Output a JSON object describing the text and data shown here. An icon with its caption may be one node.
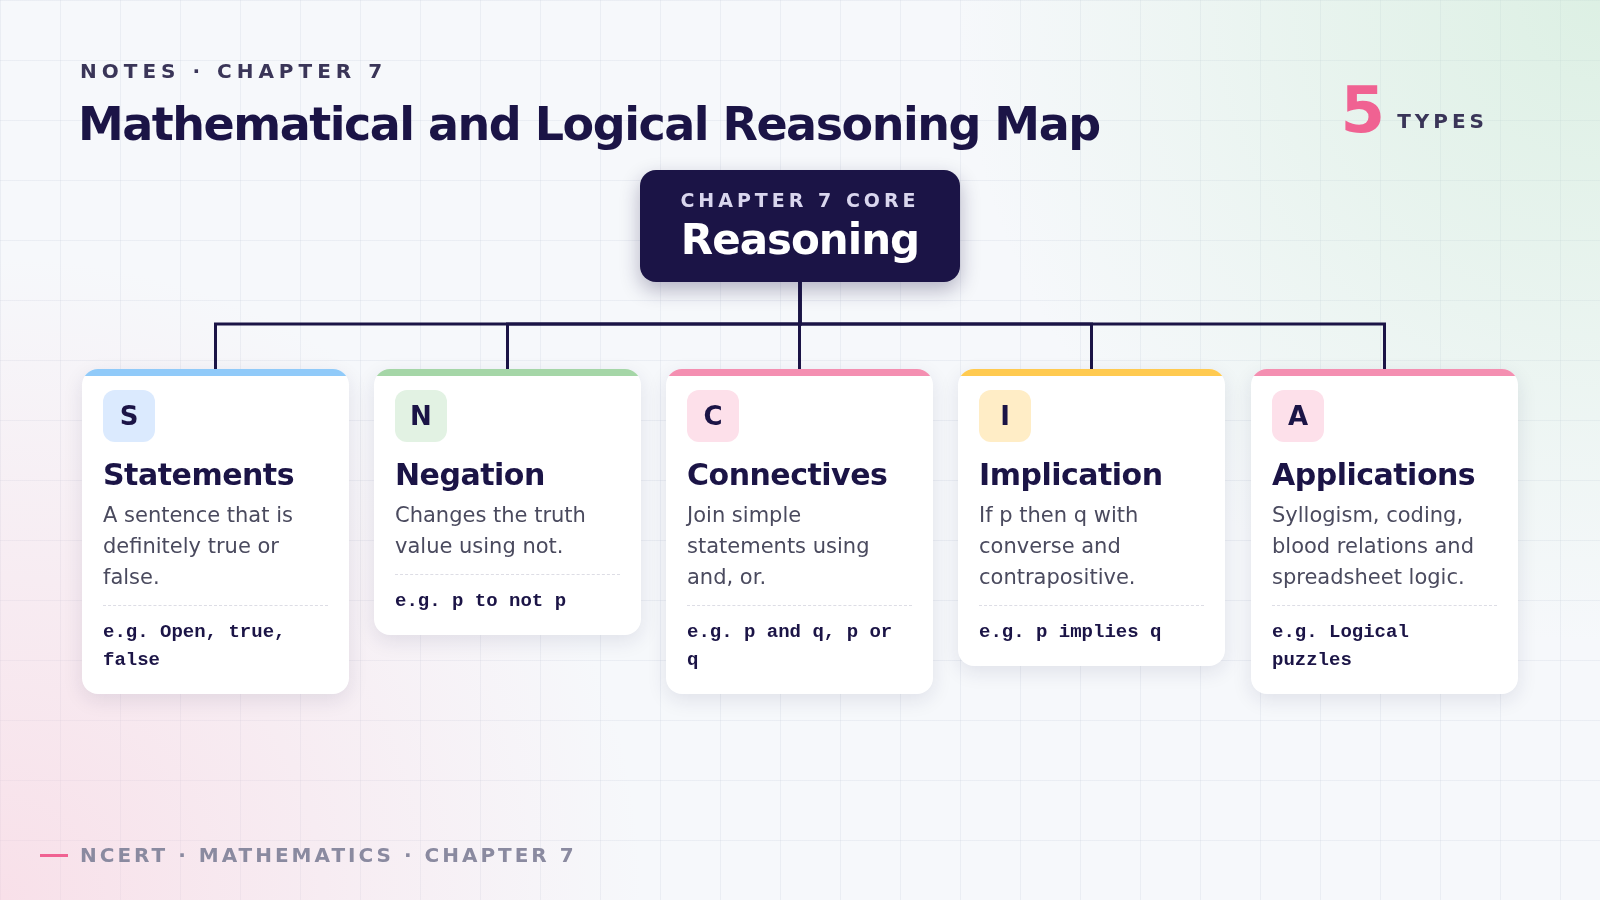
{
  "diagram": {
    "title": "Mathematical and Logical Reasoning Map",
    "nodes": [
      {
        "text": [
          "CHAPTER 7 CORE",
          "Reasoning"
        ]
      },
      {
        "text": [
          "S",
          "Statements",
          "A sentence that is definitely true or false.",
          "e.g. Open, true, false"
        ]
      },
      {
        "text": [
          "N",
          "Negation",
          "Changes the truth value using not.",
          "e.g. p to not p"
        ]
      },
      {
        "text": [
          "C",
          "Connectives",
          "Join simple statements using and, or.",
          "e.g. p and q, p or q"
        ]
      },
      {
        "text": [
          "I",
          "Implication",
          "If p then q with converse and contrapositive.",
          "e.g. p implies q"
        ]
      },
      {
        "text": [
          "A",
          "Applications",
          "Syllogism, coding, blood relations and spreadsheet logic.",
          "e.g. Logical puzzles"
        ]
      }
    ],
    "edges": [
      {
        "from": 0,
        "to": 1,
        "arrow": "none"
      },
      {
        "from": 0,
        "to": 2,
        "arrow": "none"
      },
      {
        "from": 0,
        "to": 3,
        "arrow": "none"
      },
      {
        "from": 0,
        "to": 4,
        "arrow": "none"
      },
      {
        "from": 0,
        "to": 5,
        "arrow": "none"
      }
    ],
    "labels": [
      "NOTES · CHAPTER 7",
      "5",
      "TYPES",
      "NCERT · MATHEMATICS · CHAPTER 7"
    ]
  }
}
